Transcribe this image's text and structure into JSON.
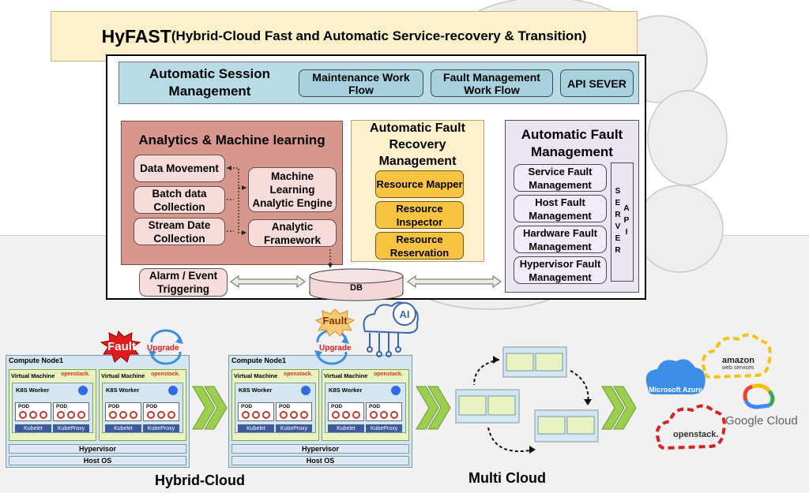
{
  "title": {
    "prefix": "HyFAST",
    "rest": "(Hybrid-Cloud Fast and Automatic Service-recovery & Transition)"
  },
  "session": {
    "heading": "Automatic Session Management",
    "maintenance": "Maintenance Work Flow",
    "faultflow": "Fault Management Work Flow",
    "api": "API SEVER"
  },
  "analytics": {
    "heading": "Analytics & Machine learning",
    "data_movement": "Data Movement",
    "batch": "Batch data Collection",
    "stream": "Stream Date Collection",
    "ml_engine": "Machine Learning Analytic Engine",
    "framework": "Analytic Framework"
  },
  "recovery": {
    "heading": "Automatic Fault Recovery Management",
    "mapper": "Resource Mapper",
    "inspector": "Resource Inspector",
    "reservation": "Resource Reservation"
  },
  "faultmgmt": {
    "heading": "Automatic Fault Management",
    "service": "Service Fault Management",
    "host": "Host Fault Management",
    "hardware": "Hardware Fault Management",
    "hypervisor": "Hypervisor Fault Management",
    "api_vertical": "API SERVER"
  },
  "alarm": "Alarm / Event Triggering",
  "db": "DB",
  "hybrid": {
    "node_title": "Compute Node1",
    "vm": "Virtual Machine",
    "openstack_mini": "openstack.",
    "k8s": "K8S Worker",
    "pod": "POD",
    "kubelet": "Kubelet",
    "kubeproxy": "KubeProxy",
    "hypervisor": "Hypervisor",
    "hostos": "Host OS",
    "fault": "Fault",
    "upgrade": "Upgrade",
    "ai": "AI",
    "label": "Hybrid-Cloud"
  },
  "multi": {
    "label": "Multi Cloud"
  },
  "providers": {
    "azure": "Microsoft Azure",
    "amazon": "amazon",
    "amazon_sub": "web services",
    "google": "Google Cloud",
    "openstack": "openstack."
  }
}
